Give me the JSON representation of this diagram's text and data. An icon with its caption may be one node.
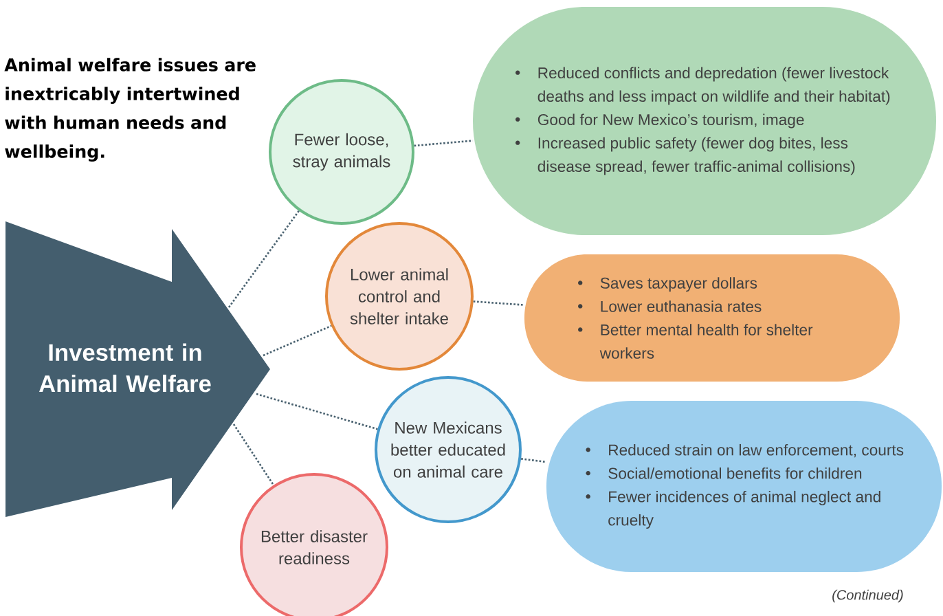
{
  "diagram": {
    "nodes": [
      {
        "text": [
          "Investment in Animal Welfare"
        ]
      },
      {
        "text": [
          "Fewer loose, stray animals"
        ]
      },
      {
        "text": [
          "Lower animal control and shelter intake"
        ]
      },
      {
        "text": [
          "New Mexicans better educated on animal care"
        ]
      },
      {
        "text": [
          "Better disaster readiness"
        ]
      },
      {
        "text": [
          "Reduced conflicts and depredation (fewer livestock deaths and less impact on wildlife and their habitat)",
          "Good for New Mexico’s tourism, image",
          "Increased public safety (fewer dog bites, less disease spread, fewer traffic-animal collisions)"
        ]
      },
      {
        "text": [
          "Saves taxpayer dollars",
          "Lower euthanasia rates",
          "Better mental health for shelter workers"
        ]
      },
      {
        "text": [
          "Reduced strain on law enforcement, courts",
          "Social/emotional benefits for children",
          "Fewer incidences of animal neglect and cruelty"
        ]
      }
    ],
    "edges": [
      {
        "from": 0,
        "to": 1,
        "arrow": "none",
        "style": "dashed"
      },
      {
        "from": 0,
        "to": 2,
        "arrow": "none",
        "style": "dashed"
      },
      {
        "from": 0,
        "to": 3,
        "arrow": "none",
        "style": "dashed"
      },
      {
        "from": 0,
        "to": 4,
        "arrow": "none",
        "style": "dashed"
      },
      {
        "from": 1,
        "to": 5,
        "arrow": "none",
        "style": "dashed"
      },
      {
        "from": 2,
        "to": 6,
        "arrow": "none",
        "style": "dashed"
      },
      {
        "from": 3,
        "to": 7,
        "arrow": "none",
        "style": "dashed"
      }
    ],
    "labels": [
      "Animal welfare issues are inextricably intertwined with human needs and wellbeing.",
      "(Continued)"
    ]
  }
}
